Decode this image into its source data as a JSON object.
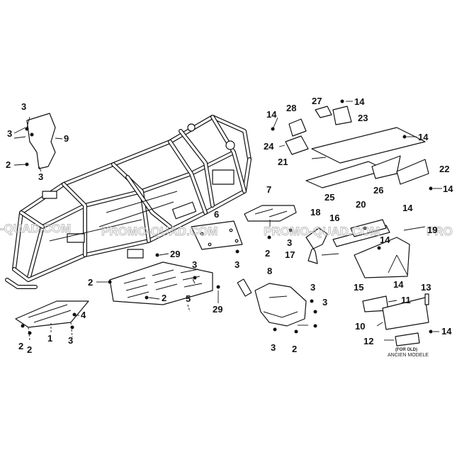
{
  "watermark": {
    "segments": [
      "-QUAD.COM",
      "PROMO-QUAD.COM",
      "PROMO-QUAD.COM",
      "PRO"
    ]
  },
  "callouts": {
    "c1": "1",
    "c2a": "2",
    "c2b": "2",
    "c2c": "2",
    "c2d": "2",
    "c2e": "2",
    "c2f": "2",
    "c2g": "2",
    "c3a": "3",
    "c3b": "3",
    "c3c": "3",
    "c3d": "3",
    "c3e": "3",
    "c3f": "3",
    "c3g": "3",
    "c3h": "3",
    "c3i": "3",
    "c4": "4",
    "c5": "5",
    "c6": "6",
    "c7": "7",
    "c8": "8",
    "c9": "9",
    "c10": "10",
    "c11": "11",
    "c12": "12",
    "c13": "13",
    "c14a": "14",
    "c14b": "14",
    "c14c": "14",
    "c14d": "14",
    "c14e": "14",
    "c14f": "14",
    "c14g": "14",
    "c14h": "14",
    "c15": "15",
    "c16": "16",
    "c17": "17",
    "c18": "18",
    "c19": "19",
    "c20": "20",
    "c21": "21",
    "c22": "22",
    "c23": "23",
    "c24": "24",
    "c25": "25",
    "c26": "26",
    "c27": "27",
    "c28": "28",
    "c29a": "29",
    "c29b": "29"
  },
  "notes": {
    "for_old": "(FOR OLD)",
    "ancien": "ANCIEN MODELE"
  },
  "colors": {
    "line": "#111111",
    "background": "#ffffff",
    "watermark": "#b8b8b8"
  }
}
